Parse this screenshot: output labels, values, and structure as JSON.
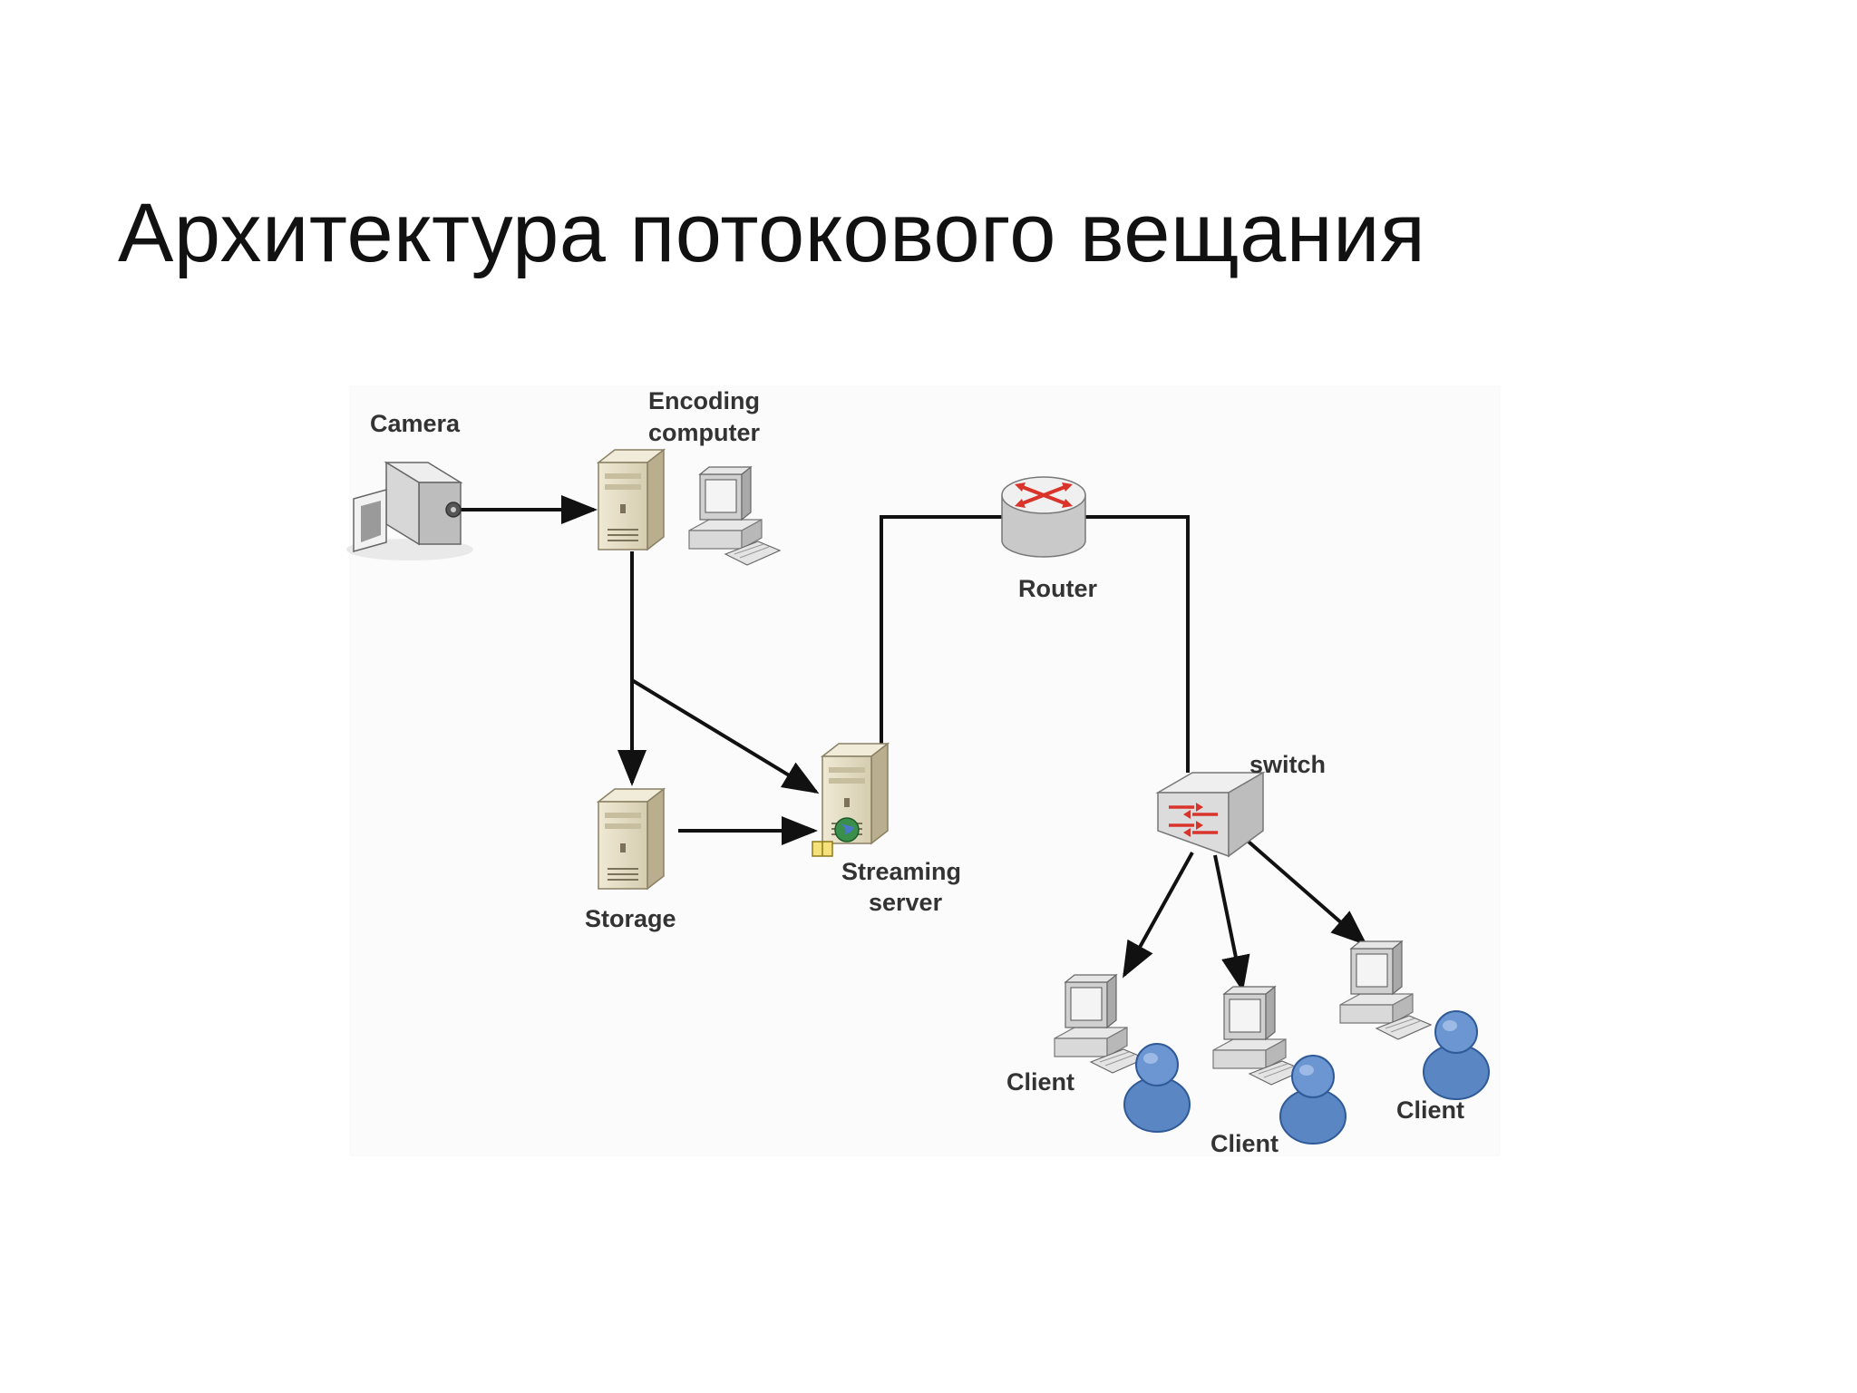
{
  "slide": {
    "title": "Архитектура потокового вещания"
  },
  "diagram": {
    "nodes": {
      "camera": {
        "label": "Camera",
        "icon": "camcorder-icon"
      },
      "encoding": {
        "label_line1": "Encoding",
        "label_line2": "computer",
        "icon": "server-tower-icon"
      },
      "router": {
        "label": "Router",
        "icon": "router-icon"
      },
      "storage": {
        "label": "Storage",
        "icon": "server-tower-icon"
      },
      "streaming": {
        "label_line1": "Streaming",
        "label_line2": "server",
        "icon": "server-tower-icon"
      },
      "switch": {
        "label": "switch",
        "icon": "switch-icon"
      },
      "clients": [
        {
          "label": "Client",
          "icon": "workstation-user-icon"
        },
        {
          "label": "Client",
          "icon": "workstation-user-icon"
        },
        {
          "label": "Client",
          "icon": "workstation-user-icon"
        }
      ]
    },
    "connections": [
      {
        "from": "Camera",
        "to": "Encoding computer",
        "arrow": true
      },
      {
        "from": "Encoding computer",
        "to": "Storage",
        "arrow": true
      },
      {
        "from": "Encoding computer",
        "to": "Streaming server",
        "arrow": true
      },
      {
        "from": "Storage",
        "to": "Streaming server",
        "arrow": true
      },
      {
        "from": "Streaming server",
        "to": "Router",
        "arrow": false
      },
      {
        "from": "Router",
        "to": "switch",
        "arrow": false
      },
      {
        "from": "switch",
        "to": "Client",
        "arrow": true
      },
      {
        "from": "switch",
        "to": "Client",
        "arrow": true
      },
      {
        "from": "switch",
        "to": "Client",
        "arrow": true
      }
    ],
    "colors": {
      "server_body": "#e2dbc4",
      "server_side": "#b9ae8d",
      "router_red": "#d9342b",
      "user_blue": "#5b86c4",
      "line": "#111111"
    }
  }
}
